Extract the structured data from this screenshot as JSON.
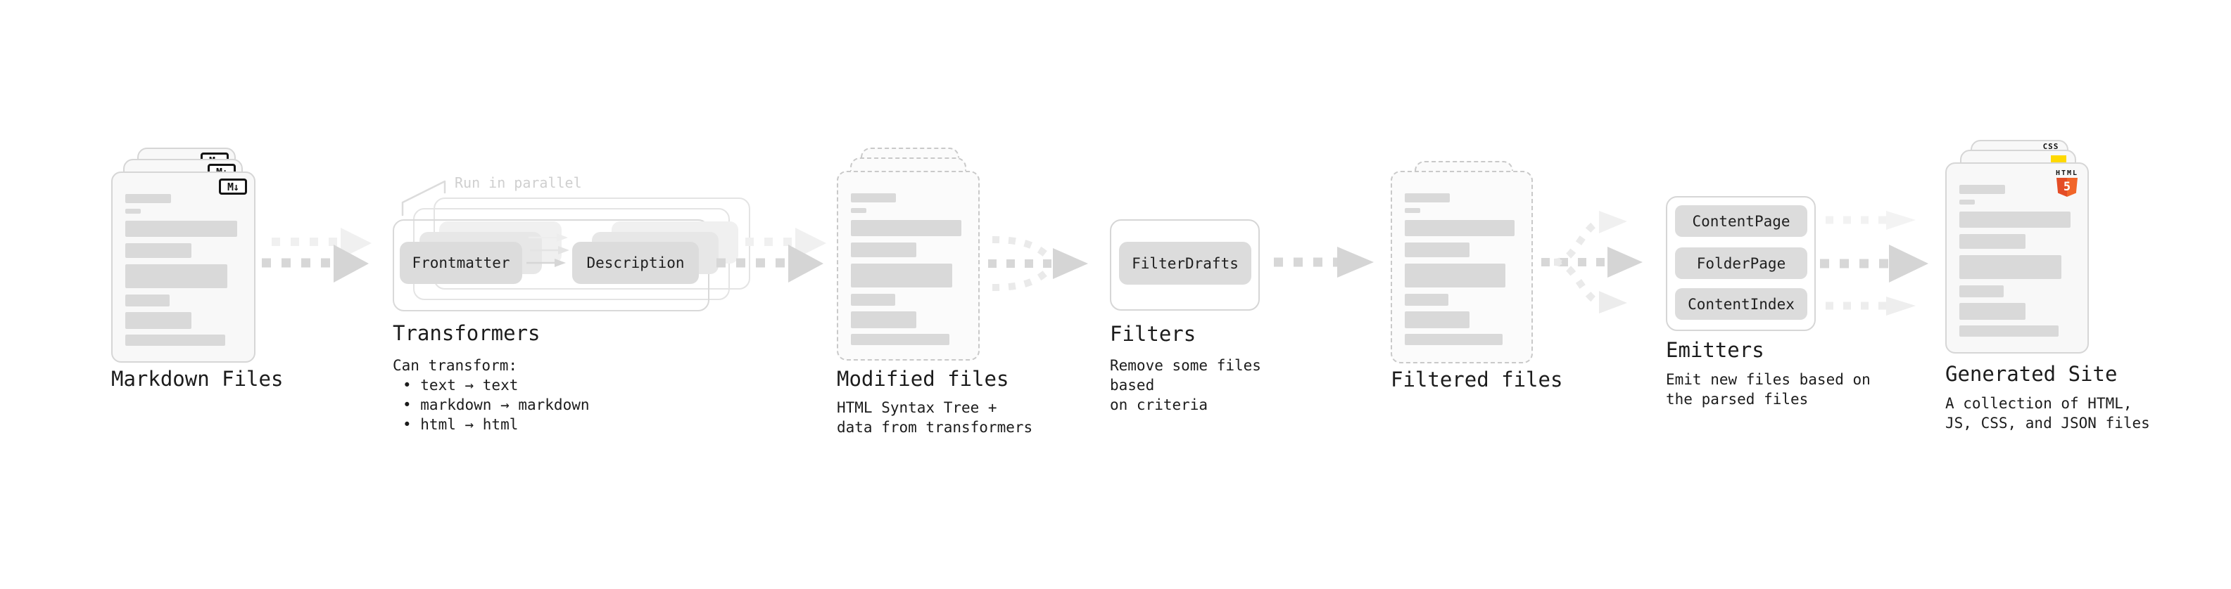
{
  "flow": {
    "markdown_files": {
      "label": "Markdown Files",
      "badge": "M↓"
    },
    "transformers": {
      "annotation": "Run in parallel",
      "pill_left": "Frontmatter",
      "pill_right": "Description",
      "label": "Transformers",
      "caption_title": "Can transform:",
      "bullets": [
        "• text → text",
        "• markdown → markdown",
        "• html → html"
      ]
    },
    "modified_files": {
      "label": "Modified files",
      "caption": "HTML Syntax Tree +\ndata from transformers"
    },
    "filters": {
      "pill": "FilterDrafts",
      "label": "Filters",
      "caption": "Remove some files based\non criteria"
    },
    "filtered_files": {
      "label": "Filtered files"
    },
    "emitters": {
      "pills": [
        "ContentPage",
        "FolderPage",
        "ContentIndex"
      ],
      "label": "Emitters",
      "caption": "Emit new files based on\nthe parsed files"
    },
    "generated_site": {
      "label": "Generated Site",
      "caption": "A collection of HTML,\nJS, CSS, and JSON files",
      "badges": {
        "css": "CSS",
        "html_top": "HTML",
        "html_number": "5"
      }
    }
  },
  "colors": {
    "background": "#ffffff",
    "card_bg": "#f8f8f8",
    "card_border": "#d6d6d6",
    "dashed_border": "#c9c9c9",
    "placeholder_bar": "#d9d9d9",
    "pill_bg": "#dcdcdc",
    "pill_echo": "#e7e7e7",
    "arrow": "#d6d6d6",
    "arrow_faint": "#f0f0f0",
    "text": "#1f1f1f",
    "annotation_text": "#cfcfcf",
    "html5_orange": "#e44d26",
    "html5_orange_light": "#f16529",
    "js_yellow": "#ffd900",
    "css_blue": "#2b62f1"
  }
}
